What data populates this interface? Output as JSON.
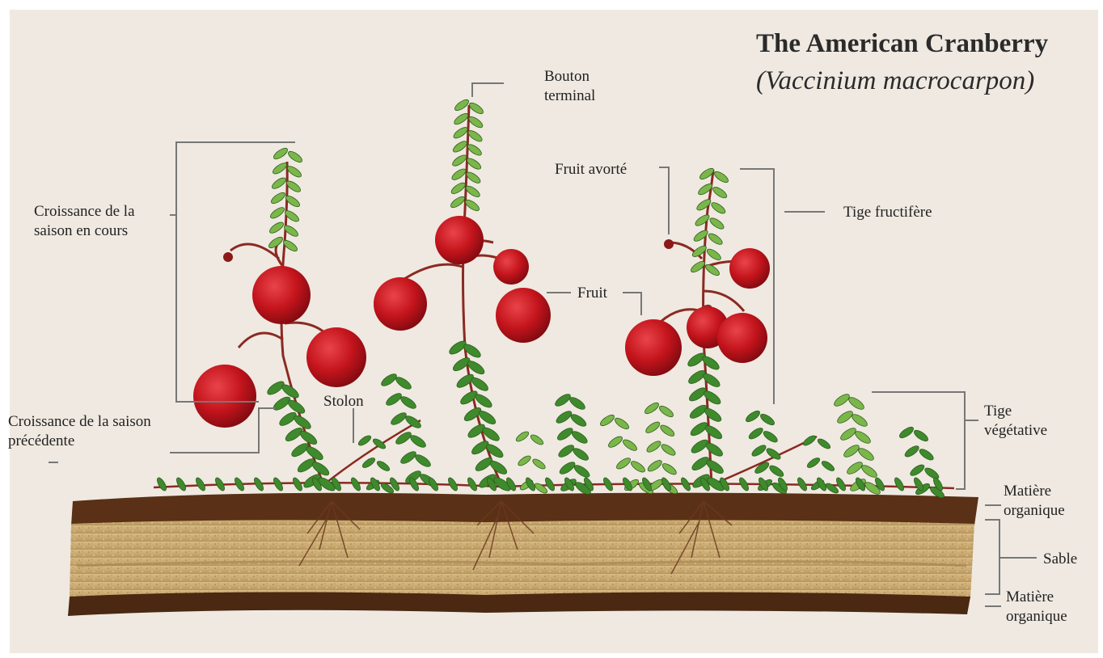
{
  "title": "The American Cranberry",
  "subtitle": "(Vaccinium macrocarpon)",
  "labels": {
    "bouton_terminal": [
      "Bouton",
      "terminal"
    ],
    "fruit_avorte": "Fruit avorté",
    "tige_fructifere": "Tige fructifère",
    "croissance_saison_en_cours": [
      "Croissance de la",
      "saison en cours"
    ],
    "fruit": "Fruit",
    "stolon": "Stolon",
    "croissance_saison_precedente": [
      "Croissance de la saison",
      "précédente"
    ],
    "tige_vegetative": [
      "Tige",
      "végétative"
    ],
    "matiere_organique_top": [
      "Matière",
      "organique"
    ],
    "sable": "Sable",
    "matiere_organique_bottom": [
      "Matière",
      "organique"
    ]
  },
  "colors": {
    "background": "#efe9e1",
    "berry": "#c4141c",
    "leaf": "#3f8a2c",
    "leaf_light": "#7bb64a",
    "stem": "#8a2a22",
    "soil_dark": "#5a3016",
    "sand": "#cfb07a",
    "leader_line": "#777777"
  }
}
